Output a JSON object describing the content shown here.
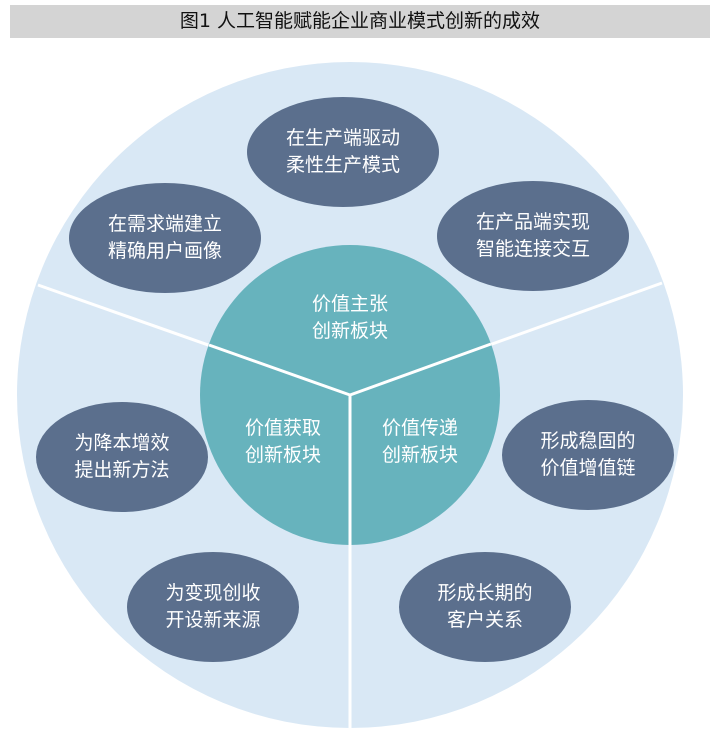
{
  "title": "图1  人工智能赋能企业商业模式创新的成效",
  "colors": {
    "outer": "#d9e8f5",
    "inner": "#67b3bd",
    "ellipse": "#5b6f8d"
  },
  "inner": [
    {
      "l1": "价值主张",
      "l2": "创新板块"
    },
    {
      "l1": "价值获取",
      "l2": "创新板块"
    },
    {
      "l1": "价值传递",
      "l2": "创新板块"
    }
  ],
  "outer": [
    {
      "l1": "在生产端驱动",
      "l2": "柔性生产模式"
    },
    {
      "l1": "在需求端建立",
      "l2": "精确用户画像"
    },
    {
      "l1": "在产品端实现",
      "l2": "智能连接交互"
    },
    {
      "l1": "为降本增效",
      "l2": "提出新方法"
    },
    {
      "l1": "形成稳固的",
      "l2": "价值增值链"
    },
    {
      "l1": "为变现创收",
      "l2": "开设新来源"
    },
    {
      "l1": "形成长期的",
      "l2": "客户关系"
    }
  ]
}
